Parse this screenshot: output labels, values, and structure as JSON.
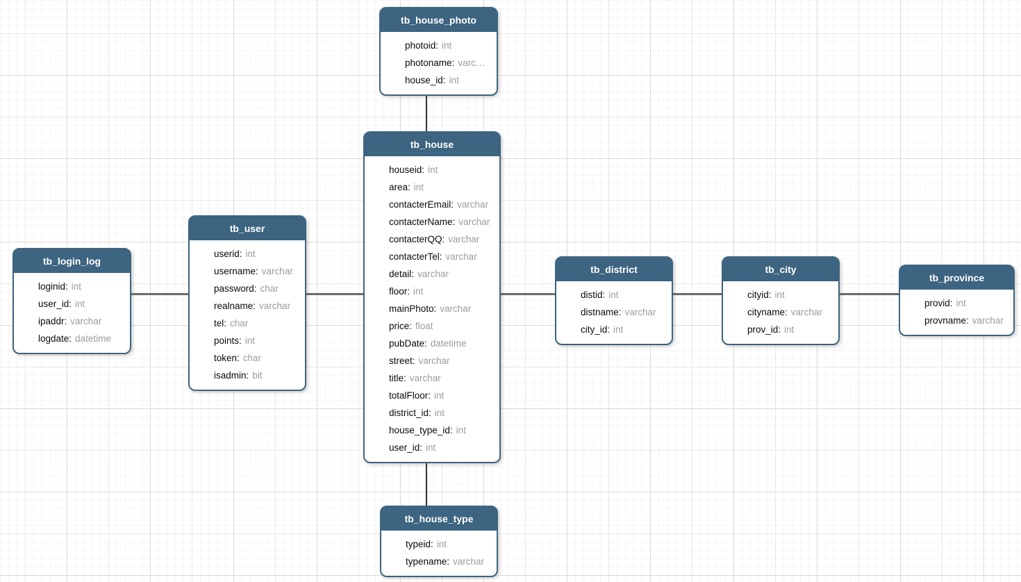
{
  "colors": {
    "table_header": "#3d6480",
    "table_border": "#3d6480",
    "field_name": "#0a0a0a",
    "field_type": "#9b9b9b",
    "connector_horizontal": "#6a6a6a",
    "connector_vertical": "#333333",
    "canvas_background": "#ffffff"
  },
  "tables": [
    {
      "title": "tb_house_photo",
      "fields": [
        {
          "name": "photoid",
          "type": "int"
        },
        {
          "name": "photoname",
          "type": "varc…"
        },
        {
          "name": "house_id",
          "type": "int"
        }
      ]
    },
    {
      "title": "tb_house",
      "fields": [
        {
          "name": "houseid",
          "type": "int"
        },
        {
          "name": "area",
          "type": "int"
        },
        {
          "name": "contacterEmail",
          "type": "varchar"
        },
        {
          "name": "contacterName",
          "type": "varchar"
        },
        {
          "name": "contacterQQ",
          "type": "varchar"
        },
        {
          "name": "contacterTel",
          "type": "varchar"
        },
        {
          "name": "detail",
          "type": "varchar"
        },
        {
          "name": "floor",
          "type": "int"
        },
        {
          "name": "mainPhoto",
          "type": "varchar"
        },
        {
          "name": "price",
          "type": "float"
        },
        {
          "name": "pubDate",
          "type": "datetime"
        },
        {
          "name": "street",
          "type": "varchar"
        },
        {
          "name": "title",
          "type": "varchar"
        },
        {
          "name": "totalFloor",
          "type": "int"
        },
        {
          "name": "district_id",
          "type": "int"
        },
        {
          "name": "house_type_id",
          "type": "int"
        },
        {
          "name": "user_id",
          "type": "int"
        }
      ]
    },
    {
      "title": "tb_user",
      "fields": [
        {
          "name": "userid",
          "type": "int"
        },
        {
          "name": "username",
          "type": "varchar"
        },
        {
          "name": "password",
          "type": "char"
        },
        {
          "name": "realname",
          "type": "varchar"
        },
        {
          "name": "tel",
          "type": "char"
        },
        {
          "name": "points",
          "type": "int"
        },
        {
          "name": "token",
          "type": "char"
        },
        {
          "name": "isadmin",
          "type": "bit"
        }
      ]
    },
    {
      "title": "tb_login_log",
      "fields": [
        {
          "name": "loginid",
          "type": "int"
        },
        {
          "name": "user_id",
          "type": "int"
        },
        {
          "name": "ipaddr",
          "type": "varchar"
        },
        {
          "name": "logdate",
          "type": "datetime"
        }
      ]
    },
    {
      "title": "tb_district",
      "fields": [
        {
          "name": "distid",
          "type": "int"
        },
        {
          "name": "distname",
          "type": "varchar"
        },
        {
          "name": "city_id",
          "type": "int"
        }
      ]
    },
    {
      "title": "tb_city",
      "fields": [
        {
          "name": "cityid",
          "type": "int"
        },
        {
          "name": "cityname",
          "type": "varchar"
        },
        {
          "name": "prov_id",
          "type": "int"
        }
      ]
    },
    {
      "title": "tb_province",
      "fields": [
        {
          "name": "provid",
          "type": "int"
        },
        {
          "name": "provname",
          "type": "varchar"
        }
      ]
    },
    {
      "title": "tb_house_type",
      "fields": [
        {
          "name": "typeid",
          "type": "int"
        },
        {
          "name": "typename",
          "type": "varchar"
        }
      ]
    }
  ],
  "relationships": [
    {
      "from": "tb_house_photo",
      "to": "tb_house"
    },
    {
      "from": "tb_house",
      "to": "tb_house_type"
    },
    {
      "from": "tb_login_log",
      "to": "tb_user"
    },
    {
      "from": "tb_user",
      "to": "tb_house"
    },
    {
      "from": "tb_house",
      "to": "tb_district"
    },
    {
      "from": "tb_district",
      "to": "tb_city"
    },
    {
      "from": "tb_city",
      "to": "tb_province"
    }
  ]
}
